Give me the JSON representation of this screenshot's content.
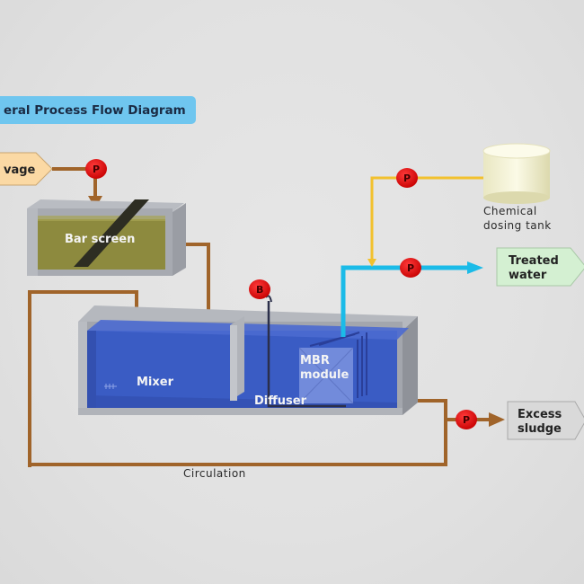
{
  "title": "eral Process Flow Diagram",
  "colors": {
    "pipe_brown": "#a0642a",
    "pipe_yellow": "#f2c12e",
    "pipe_cyan": "#1bbbe8",
    "pump_red": "#e01010",
    "title_bg": "#6fc6ef",
    "sewage_bg": "#fbd9a4",
    "treated_bg": "#d4f0d2",
    "sludge_bg": "#d9d9d9",
    "tank_water": "#3a5cc4",
    "bar_screen_water": "#8d8a3e"
  },
  "nodes": {
    "sewage": "vage",
    "bar_screen": "Bar screen",
    "mixer": "Mixer",
    "diffuser": "Diffuser",
    "mbr_line1": "MBR",
    "mbr_line2": "module",
    "chemical_line1": "Chemical",
    "chemical_line2": "dosing tank",
    "treated_line1": "Treated",
    "treated_line2": "water",
    "sludge_line1": "Excess",
    "sludge_line2": "sludge",
    "circulation": "Circulation"
  },
  "pumps": {
    "sewage_pump": "P",
    "blower": "B",
    "chemical_pump": "P",
    "effluent_pump": "P",
    "sludge_pump": "P"
  }
}
